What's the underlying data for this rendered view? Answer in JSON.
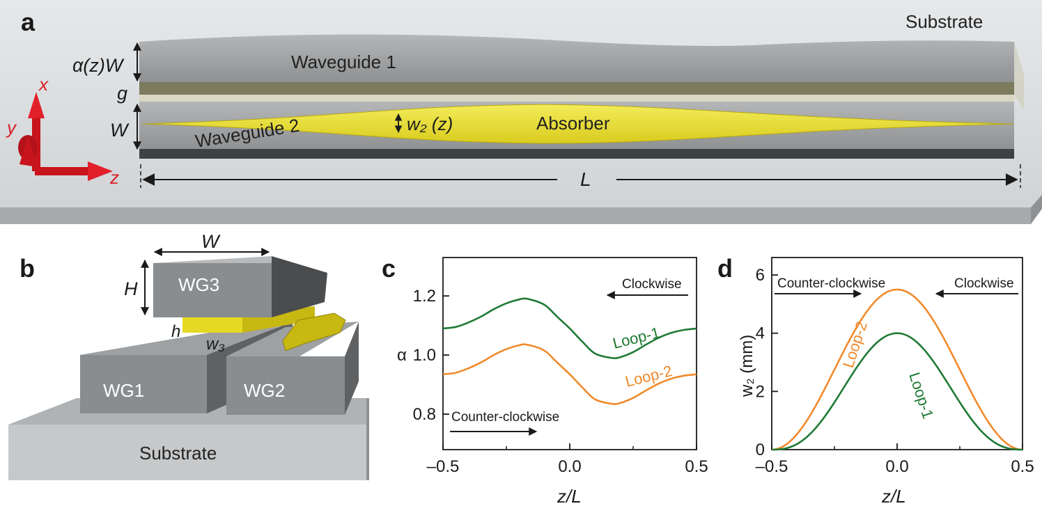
{
  "panels": {
    "a": {
      "letter": "a",
      "substrate": "Substrate",
      "waveguide1": "Waveguide 1",
      "waveguide2": "Waveguide 2",
      "absorber": "Absorber",
      "alpha_w": "α(z)W",
      "g": "g",
      "w": "W",
      "w2z": "w₂ (z)",
      "length": "L",
      "axis_x": "x",
      "axis_y": "y",
      "axis_z": "z"
    },
    "b": {
      "letter": "b",
      "wg1": "WG1",
      "wg2": "WG2",
      "wg3": "WG3",
      "substrate": "Substrate",
      "W": "W",
      "H": "H",
      "h": "h",
      "w3": "w₃"
    }
  },
  "chart_data": [
    {
      "panel": "c",
      "type": "line",
      "xlabel": "z/L",
      "ylabel": "α",
      "xlim": [
        -0.5,
        0.5
      ],
      "ylim": [
        0.68,
        1.33
      ],
      "xticks": [
        "–0.5",
        "0.0",
        "0.5"
      ],
      "yticks": [
        "0.8",
        "1.0",
        "1.2"
      ],
      "annotations": {
        "top": "Clockwise",
        "bottom": "Counter-clockwise"
      },
      "series": [
        {
          "name": "Loop-1",
          "color": "#1e7a34",
          "x": [
            -0.5,
            -0.45,
            -0.4,
            -0.35,
            -0.3,
            -0.25,
            -0.2,
            -0.167,
            -0.1,
            -0.05,
            0,
            0.05,
            0.1,
            0.167,
            0.2,
            0.25,
            0.3,
            0.35,
            0.4,
            0.45,
            0.5
          ],
          "y": [
            1.09,
            1.095,
            1.11,
            1.13,
            1.155,
            1.175,
            1.188,
            1.19,
            1.17,
            1.13,
            1.09,
            1.045,
            1.005,
            0.99,
            0.993,
            1.01,
            1.035,
            1.058,
            1.075,
            1.085,
            1.09
          ]
        },
        {
          "name": "Loop-2",
          "color": "#f08a2c",
          "x": [
            -0.5,
            -0.45,
            -0.4,
            -0.35,
            -0.3,
            -0.25,
            -0.2,
            -0.167,
            -0.1,
            -0.05,
            0,
            0.05,
            0.1,
            0.167,
            0.2,
            0.25,
            0.3,
            0.35,
            0.4,
            0.45,
            0.5
          ],
          "y": [
            0.935,
            0.94,
            0.955,
            0.975,
            1.0,
            1.02,
            1.033,
            1.035,
            1.015,
            0.975,
            0.935,
            0.89,
            0.85,
            0.835,
            0.838,
            0.855,
            0.88,
            0.903,
            0.92,
            0.93,
            0.935
          ]
        }
      ]
    },
    {
      "panel": "d",
      "type": "line",
      "xlabel": "z/L",
      "ylabel": "w₂ (mm)",
      "xlim": [
        -0.5,
        0.5
      ],
      "ylim": [
        0,
        6.6
      ],
      "xticks": [
        "–0.5",
        "0.0",
        "0.5"
      ],
      "yticks": [
        "0",
        "2",
        "4",
        "6"
      ],
      "annotations": {
        "left": "Counter-clockwise",
        "right": "Clockwise"
      },
      "series": [
        {
          "name": "Loop-2",
          "color": "#f08a2c",
          "peak": 5.5
        },
        {
          "name": "Loop-1",
          "color": "#1e7a34",
          "peak": 4.0
        }
      ]
    }
  ]
}
